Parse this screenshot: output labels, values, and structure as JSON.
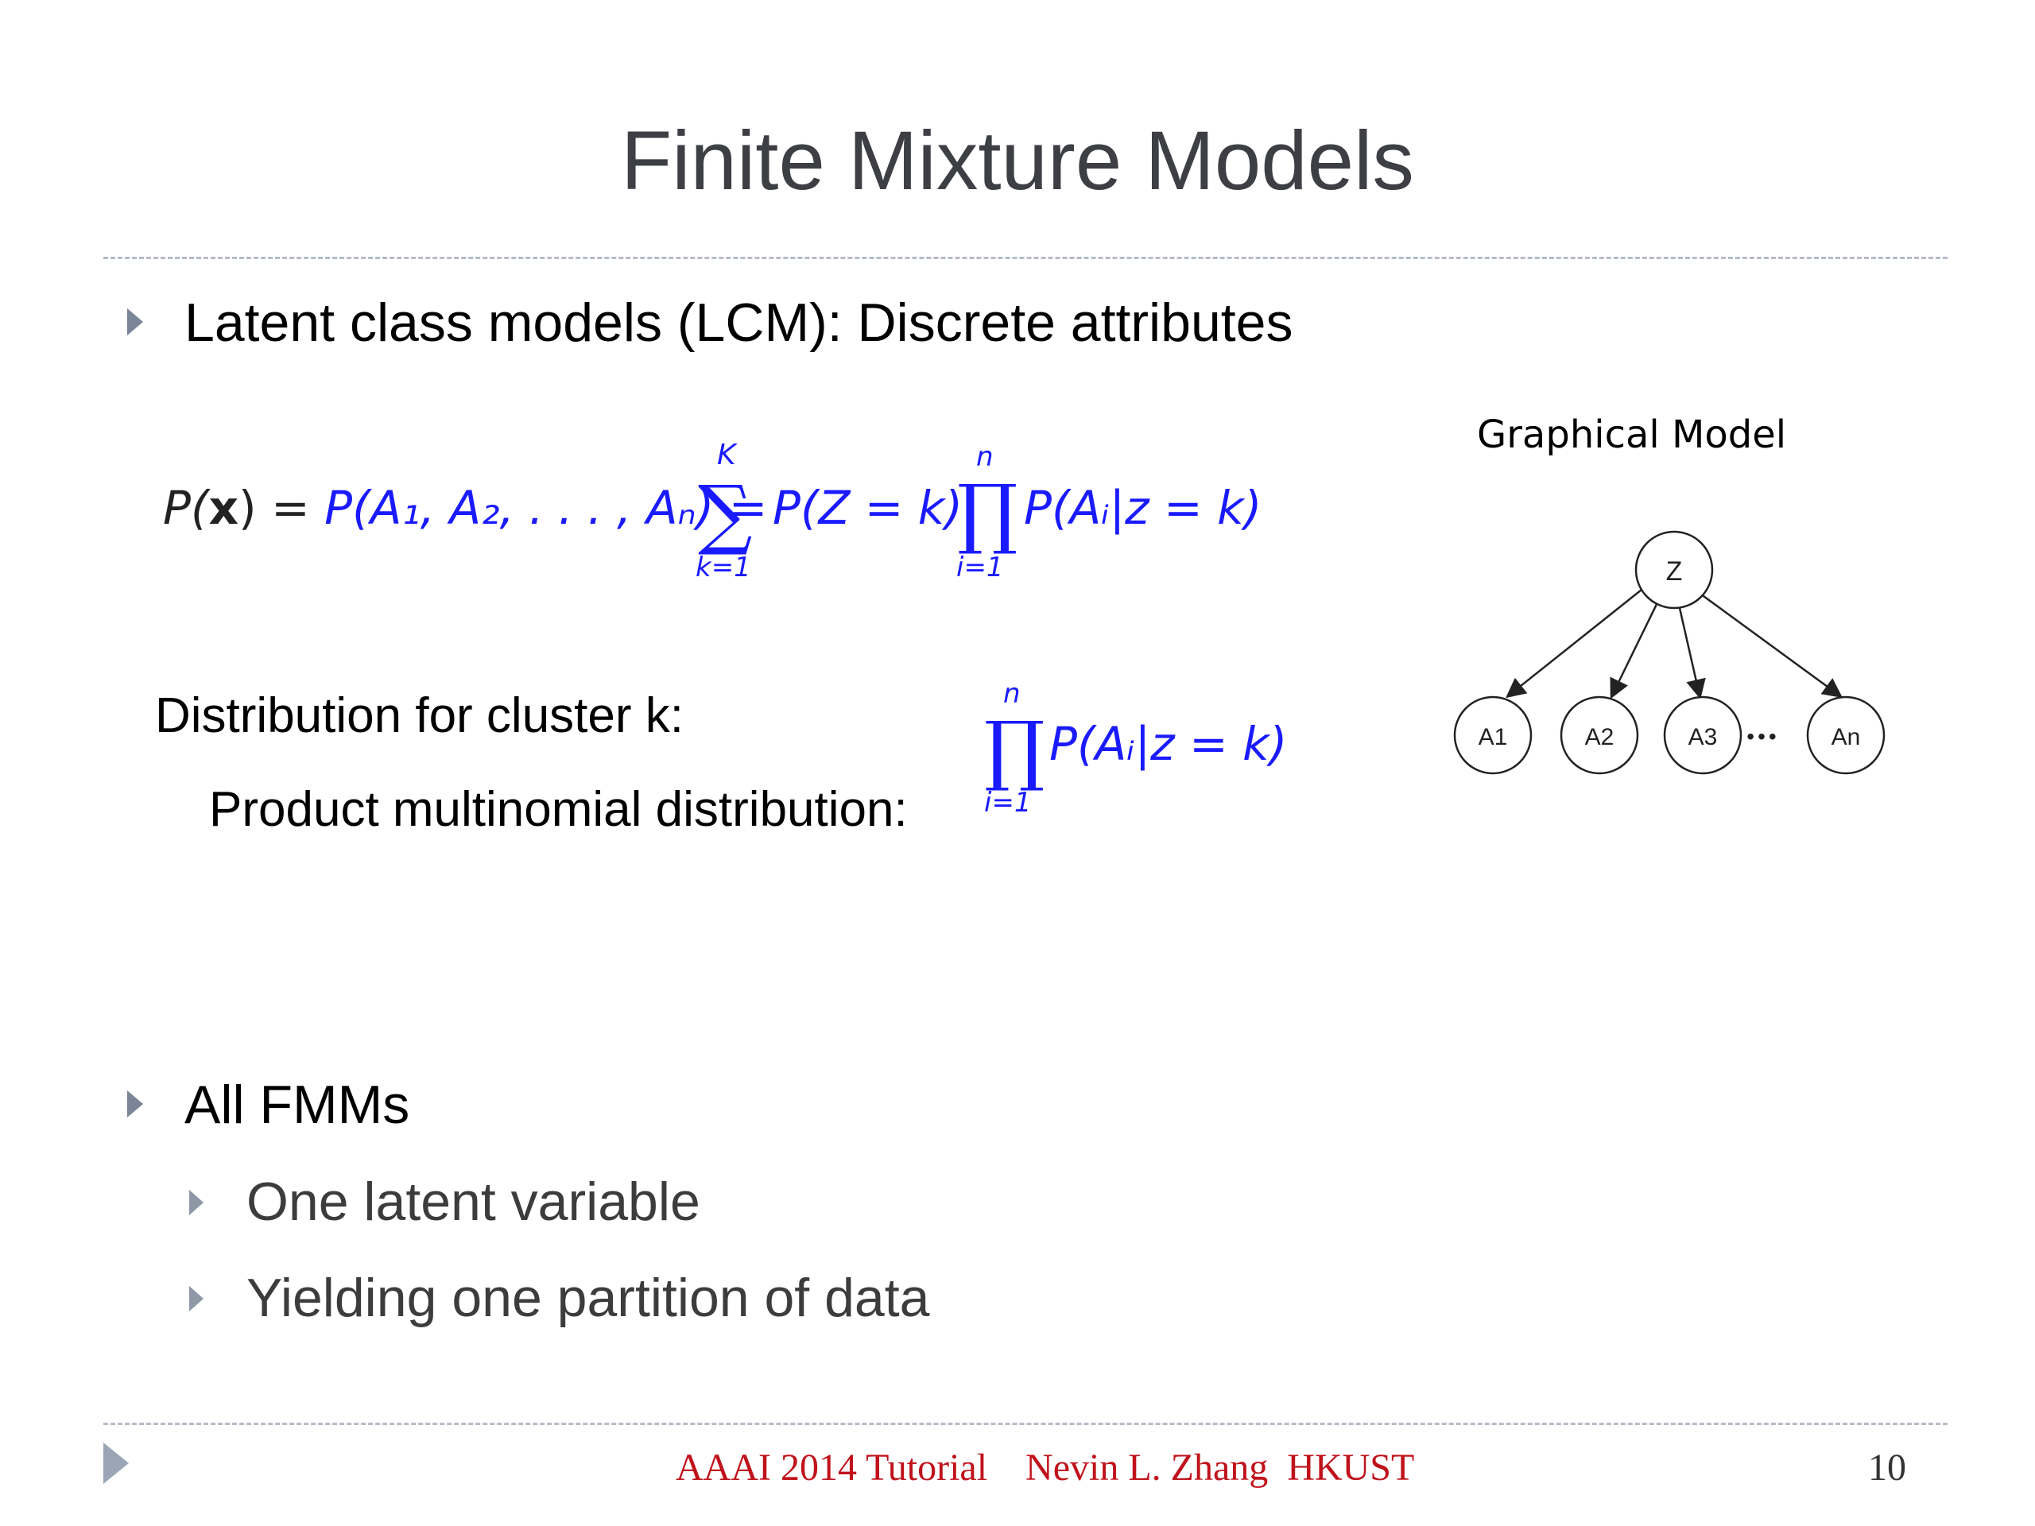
{
  "slide": {
    "title": "Finite Mixture Models",
    "bullets": [
      {
        "text": "Latent class models (LCM): Discrete attributes"
      },
      {
        "text": "All FMMs"
      }
    ],
    "sub_bullets": [
      {
        "text": "One latent variable"
      },
      {
        "text": "Yielding one partition of data"
      }
    ],
    "formula": {
      "lhs": "P(",
      "bold_x": "x",
      "lhs_close": ") = ",
      "joint": "P(A₁, A₂, . . . , Aₙ) = ",
      "sum_top": "K",
      "sum_bottom": "k=1",
      "middle": "P(Z = k)",
      "prod_top": "n",
      "prod_bottom": "i=1",
      "tail": "P(Aᵢ|z = k)"
    },
    "cluster_label": "Distribution for cluster k:",
    "product_label": "Product multinomial distribution:",
    "cluster_formula": {
      "prod_top": "n",
      "prod_bottom": "i=1",
      "tail": "P(Aᵢ|z = k)"
    },
    "graphical_model": {
      "label": "Graphical Model",
      "root": "Z",
      "children": [
        "A1",
        "A2",
        "A3",
        "An"
      ],
      "ellipsis": "•••"
    },
    "footer": {
      "text": "AAAI 2014 Tutorial    Nevin L. Zhang  HKUST",
      "page": "10"
    },
    "colors": {
      "formula": "#1a1aff",
      "footer": "#c0121b",
      "bullet_marker": "#7a8597"
    }
  }
}
